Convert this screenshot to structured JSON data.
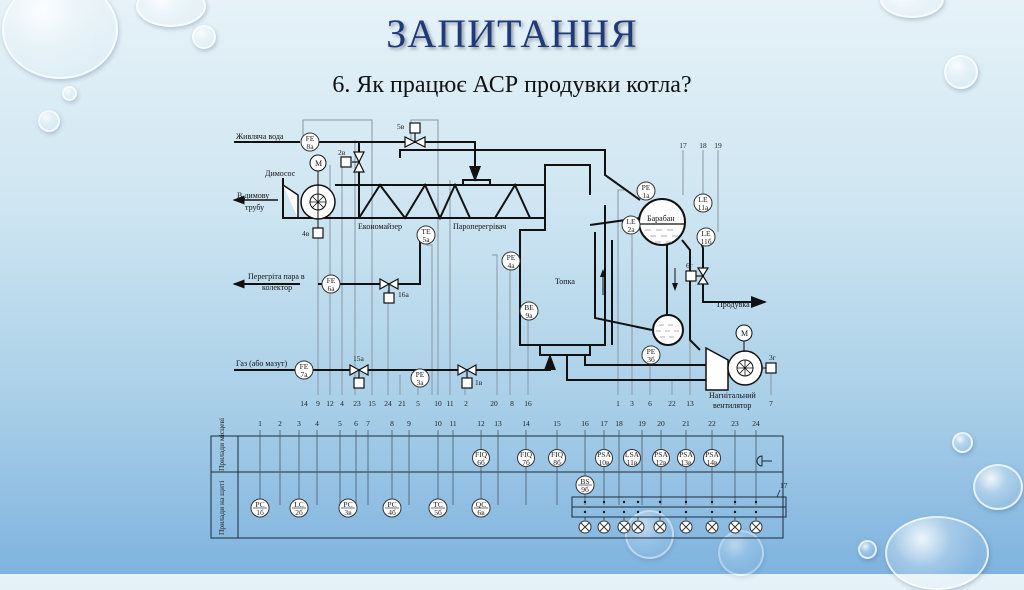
{
  "slide": {
    "title": "ЗАПИТАННЯ",
    "question": "6. Як працює АСР продувки котла?"
  },
  "diagram": {
    "labels": {
      "feed_water": "Живляча вода",
      "smoke_exhauster": "Димосос",
      "to_chimney_1": "В димову",
      "to_chimney_2": "трубу",
      "economizer": "Економайзер",
      "superheater": "Пароперегрівач",
      "superheated_steam_1": "Перегріта пара в",
      "superheated_steam_2": "колектор",
      "gas": "Газ (або мазут)",
      "furnace": "Топка",
      "drum": "Барабан",
      "blowdown": "Продувка",
      "fan_1": "Нагнітальний",
      "fan_2": "вентилятор",
      "motor": "M",
      "local_instruments": "Прилади місцеві",
      "panel_instruments": "Прилади на щиті"
    },
    "sensors": [
      {
        "id": "fe8a",
        "top": "FE",
        "bot": "8а"
      },
      {
        "id": "te5a",
        "top": "TE",
        "bot": "5а"
      },
      {
        "id": "fe6a",
        "top": "FE",
        "bot": "6а"
      },
      {
        "id": "pe4a",
        "top": "PE",
        "bot": "4а"
      },
      {
        "id": "be9a",
        "top": "BE",
        "bot": "9а"
      },
      {
        "id": "fe7a",
        "top": "FE",
        "bot": "7а"
      },
      {
        "id": "pe3a",
        "top": "PE",
        "bot": "3а"
      },
      {
        "id": "pe1a",
        "top": "PE",
        "bot": "1а"
      },
      {
        "id": "le2a",
        "top": "LE",
        "bot": "2а"
      },
      {
        "id": "le11a",
        "top": "LE",
        "bot": "11а"
      },
      {
        "id": "le11b",
        "top": "LE",
        "bot": "11б"
      },
      {
        "id": "pe3b",
        "top": "PE",
        "bot": "3б"
      }
    ],
    "actuators": {
      "a2v": "2в",
      "a5v": "5в",
      "a4v": "4в",
      "a16a": "16а",
      "a15a": "15а",
      "a1v": "1в",
      "a6g": "6г",
      "a3g": "3г"
    },
    "line_numbers_mid": [
      "14",
      "9",
      "12",
      "4",
      "23",
      "15",
      "24",
      "21",
      "5",
      "10",
      "11",
      "2",
      "20",
      "8",
      "16",
      "1",
      "3",
      "6",
      "22",
      "13",
      "7"
    ],
    "line_numbers_top_right": [
      "17",
      "18",
      "19"
    ],
    "panel_columns": [
      "1",
      "2",
      "3",
      "4",
      "5",
      "6",
      "7",
      "8",
      "9",
      "10",
      "11",
      "12",
      "13",
      "14",
      "15",
      "16",
      "17",
      "18",
      "19",
      "20",
      "21",
      "22",
      "23",
      "24"
    ],
    "local_devices": [
      {
        "top": "FIQ",
        "bot": "6б"
      },
      {
        "top": "FIQ",
        "bot": "7б"
      },
      {
        "top": "FIQ",
        "bot": "8б"
      },
      {
        "top": "PSA",
        "bot": "10в"
      },
      {
        "top": "LSA",
        "bot": "11в"
      },
      {
        "top": "PSA",
        "bot": "12в"
      },
      {
        "top": "PSA",
        "bot": "13в"
      },
      {
        "top": "PSA",
        "bot": "14в"
      }
    ],
    "panel_devices": [
      {
        "top": "PC",
        "bot": "1б"
      },
      {
        "top": "LC",
        "bot": "2б"
      },
      {
        "top": "PC",
        "bot": "3в"
      },
      {
        "top": "PC",
        "bot": "4б"
      },
      {
        "top": "TC",
        "bot": "5б"
      },
      {
        "top": "QC",
        "bot": "6в"
      },
      {
        "top": "BS",
        "bot": "9б"
      }
    ],
    "alarm_bus_label": "17"
  }
}
